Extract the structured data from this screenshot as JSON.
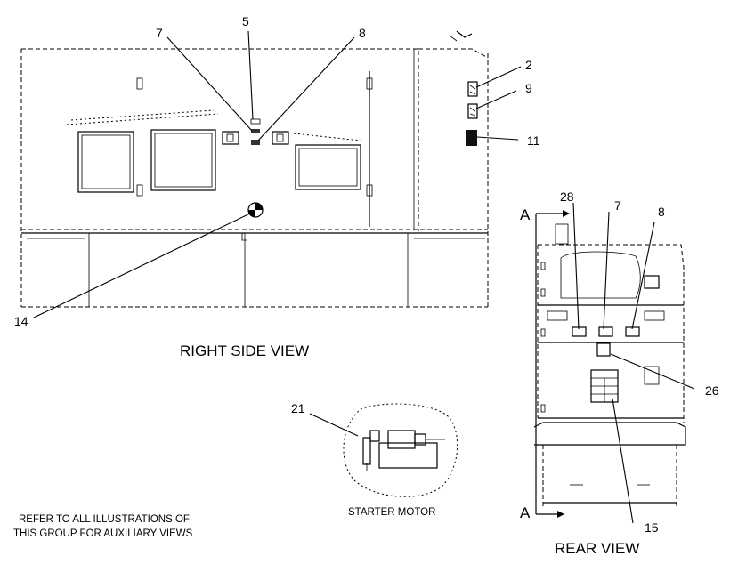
{
  "views": {
    "right_side": {
      "caption": "RIGHT SIDE VIEW"
    },
    "rear": {
      "caption": "REAR VIEW",
      "section_marker_top": "A",
      "section_marker_bottom": "A"
    },
    "starter": {
      "caption": "STARTER MOTOR"
    }
  },
  "note": {
    "line1": "REFER TO ALL ILLUSTRATIONS OF",
    "line2": "THIS GROUP FOR AUXILIARY VIEWS"
  },
  "callouts": {
    "side_5": "5",
    "side_7": "7",
    "side_8": "8",
    "side_2": "2",
    "side_9": "9",
    "side_11": "11",
    "side_14": "14",
    "starter_21": "21",
    "rear_28": "28",
    "rear_7": "7",
    "rear_8": "8",
    "rear_26": "26",
    "rear_15": "15"
  }
}
